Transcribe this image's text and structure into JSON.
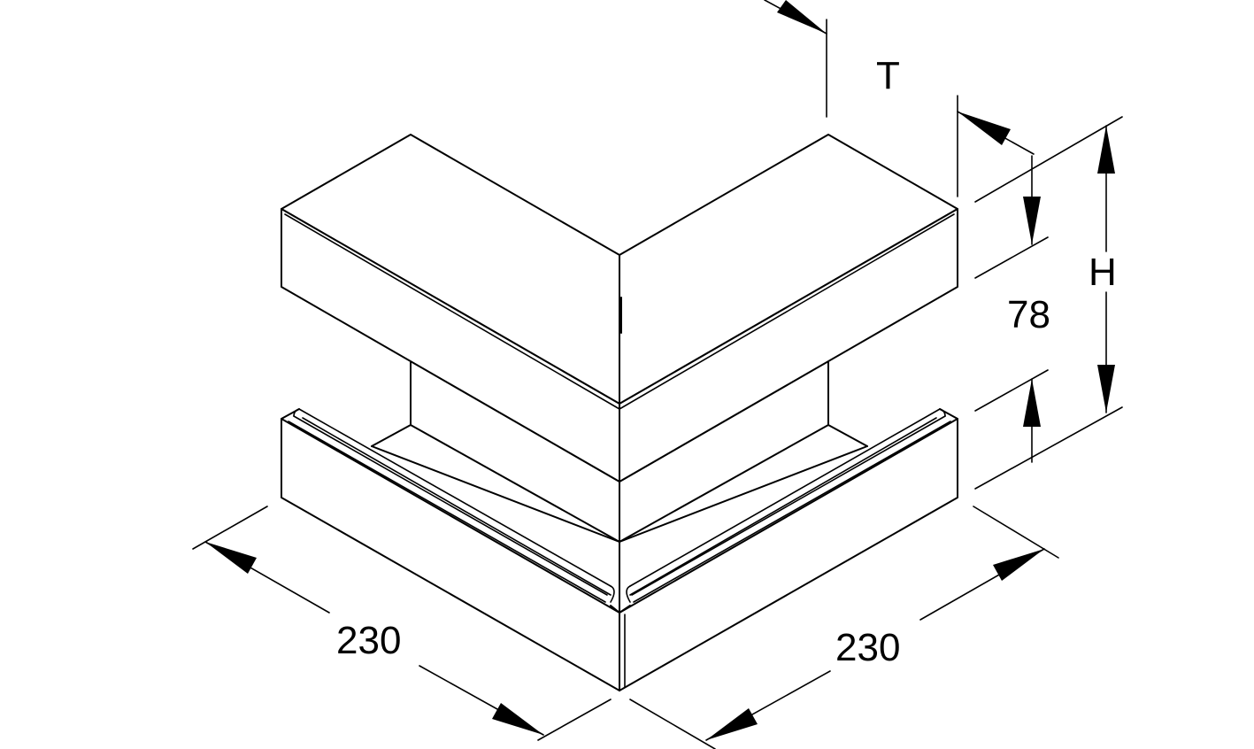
{
  "drawing": {
    "dimensions": {
      "length_left": "230",
      "length_right": "230",
      "thickness": "T",
      "height": "H",
      "base_height": "78"
    }
  }
}
